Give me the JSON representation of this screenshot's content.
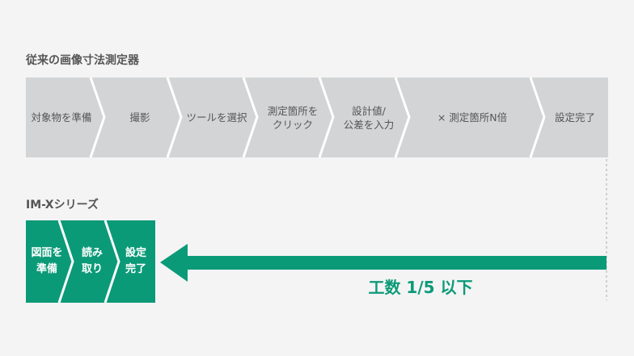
{
  "conventional": {
    "title": "従来の画像寸法測定器",
    "steps": [
      "対象物を準備",
      "撮影",
      "ツールを選択",
      "測定箇所を\nクリック",
      "設計値/\n公差を入力",
      "× 測定箇所N倍",
      "設定完了"
    ]
  },
  "imx": {
    "title": "IM-Xシリーズ",
    "steps": [
      "図面を\n準備",
      "読み\n取り",
      "設定\n完了"
    ]
  },
  "result": {
    "label": "工数 1/5 以下"
  },
  "colors": {
    "gray": "#d2d4d6",
    "green": "#0b9a78"
  }
}
